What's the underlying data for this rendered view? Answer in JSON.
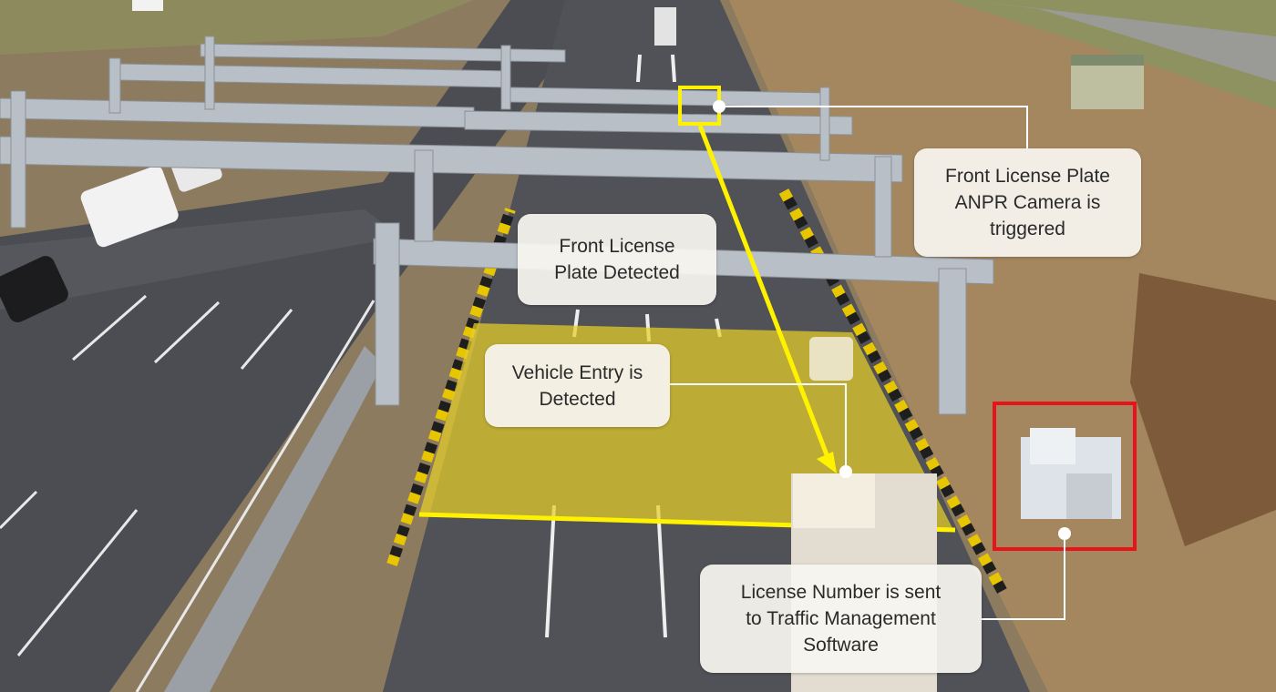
{
  "callouts": {
    "anpr_camera": "Front License Plate\nANPR Camera is\ntriggered",
    "plate_detected": "Front License\nPlate Detected",
    "vehicle_entry": "Vehicle Entry is\nDetected",
    "software": "License Number is sent\nto Traffic Management\nSoftware"
  },
  "colors": {
    "detection_zone": "#f2de1a",
    "highlight_yellow": "#fff200",
    "equipment_box": "#e8141b",
    "leader_line": "#ffffff"
  }
}
